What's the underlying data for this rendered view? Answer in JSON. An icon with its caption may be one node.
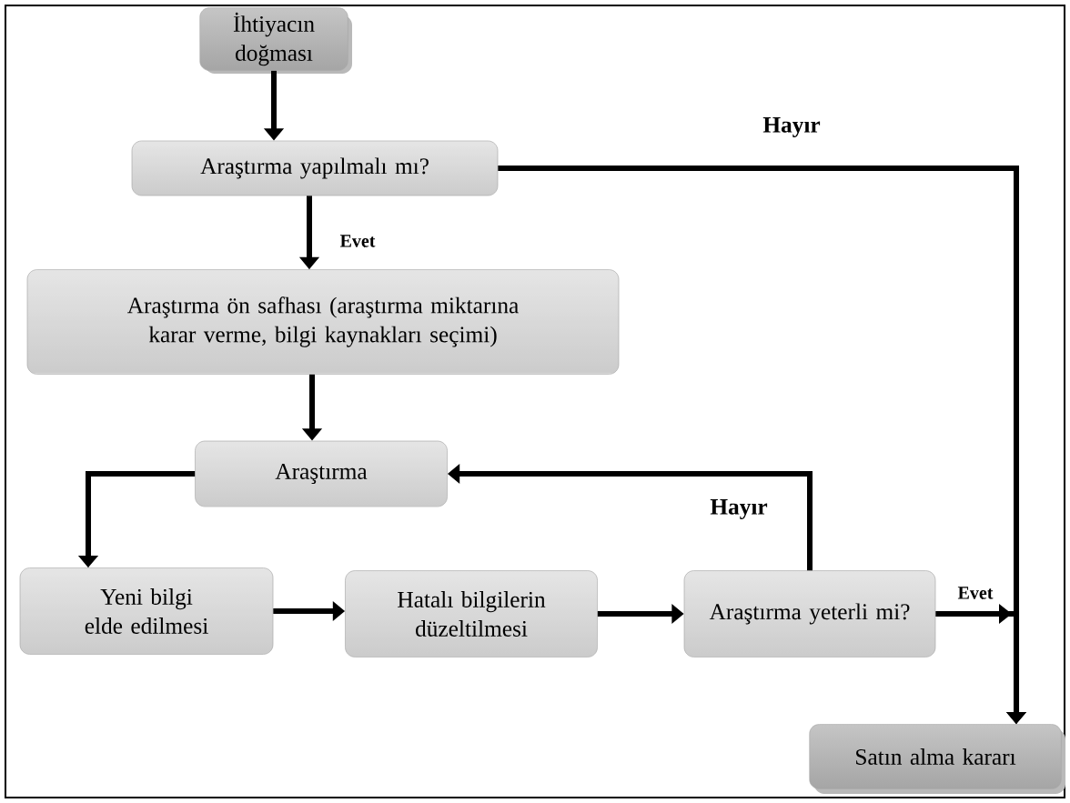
{
  "diagram": {
    "nodes": [
      {
        "text": [
          "İhtiyacın doğması"
        ]
      },
      {
        "text": [
          "Araştırma yapılmalı mı?"
        ]
      },
      {
        "text": [
          "Araştırma ön safhası (araştırma miktarına karar verme, bilgi kaynakları seçimi)"
        ]
      },
      {
        "text": [
          "Araştırma"
        ]
      },
      {
        "text": [
          "Yeni bilgi elde edilmesi"
        ]
      },
      {
        "text": [
          "Hatalı bilgilerin düzeltilmesi"
        ]
      },
      {
        "text": [
          "Araştırma yeterli mi?"
        ]
      },
      {
        "text": [
          "Satın alma kararı"
        ]
      }
    ],
    "edges": [
      {
        "from": 0,
        "to": 1,
        "arrow": "to"
      },
      {
        "from": 1,
        "to": 2,
        "arrow": "to",
        "label": "Evet"
      },
      {
        "from": 2,
        "to": 3,
        "arrow": "to"
      },
      {
        "from": 3,
        "to": 4,
        "arrow": "to"
      },
      {
        "from": 4,
        "to": 5,
        "arrow": "to"
      },
      {
        "from": 5,
        "to": 6,
        "arrow": "to"
      },
      {
        "from": 6,
        "to": 3,
        "arrow": "to",
        "label": "Hayır"
      },
      {
        "from": 1,
        "to": 7,
        "arrow": "to",
        "label": "Hayır"
      },
      {
        "from": 6,
        "to": 7,
        "arrow": "to",
        "label": "Evet"
      }
    ]
  }
}
